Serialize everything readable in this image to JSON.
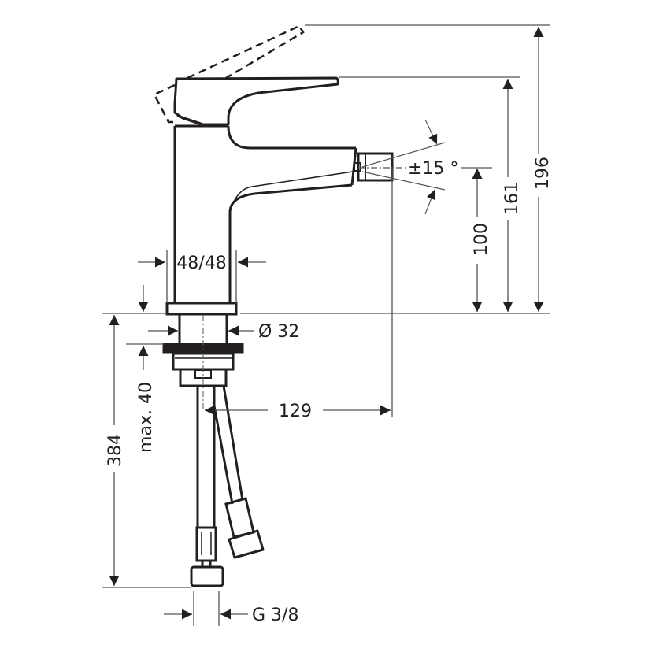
{
  "drawing": {
    "subject": "bidet mixer tap technical drawing",
    "line_color": "#231f20",
    "dim_line_color": "#555555"
  },
  "dimensions": {
    "overall_height": "196",
    "lever_height": "161",
    "spout_height": "100",
    "spray_angle": "±15 °",
    "base_width": "48/48",
    "shank_diameter": "Ø 32",
    "max_counter_thickness": "max. 40",
    "spout_reach": "129",
    "hose_length": "384",
    "connection_thread": "G 3/8"
  }
}
